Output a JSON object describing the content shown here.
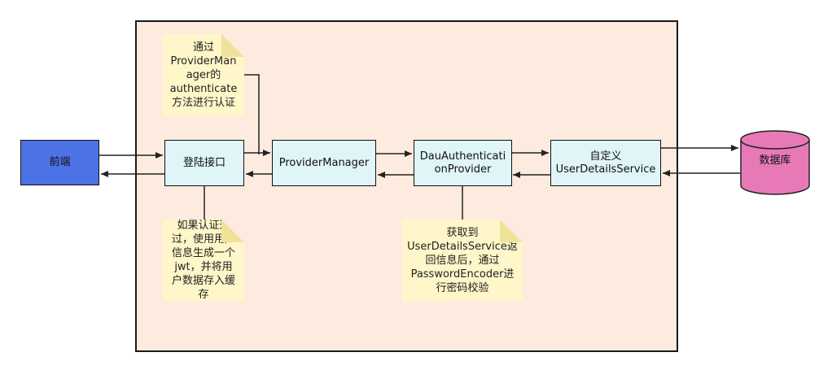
{
  "nodes": {
    "frontend": "前端",
    "login": "登陆接口",
    "provider_manager": "ProviderManager",
    "dau_provider": "DauAuthenticati\nonProvider",
    "custom_service": "自定义\nUserDetailsService",
    "database": "数据库"
  },
  "notes": {
    "top": "通过\nProviderMan\nager的\nauthenticate\n方法进行认证",
    "bottom_left": "如果认证通\n过，使用用户\n信息生成一个\njwt，并将用\n户数据存入缓\n存",
    "bottom_right": "获取到\nUserDetailsService返\n回信息后，通过\nPasswordEncoder进\n行密码校验"
  },
  "colors": {
    "frame_fill": "#fdebdf",
    "node_fill": "#dff5f8",
    "frontend_fill": "#4c72e6",
    "database_fill": "#e879b7",
    "note_fill": "#fff6c9"
  }
}
